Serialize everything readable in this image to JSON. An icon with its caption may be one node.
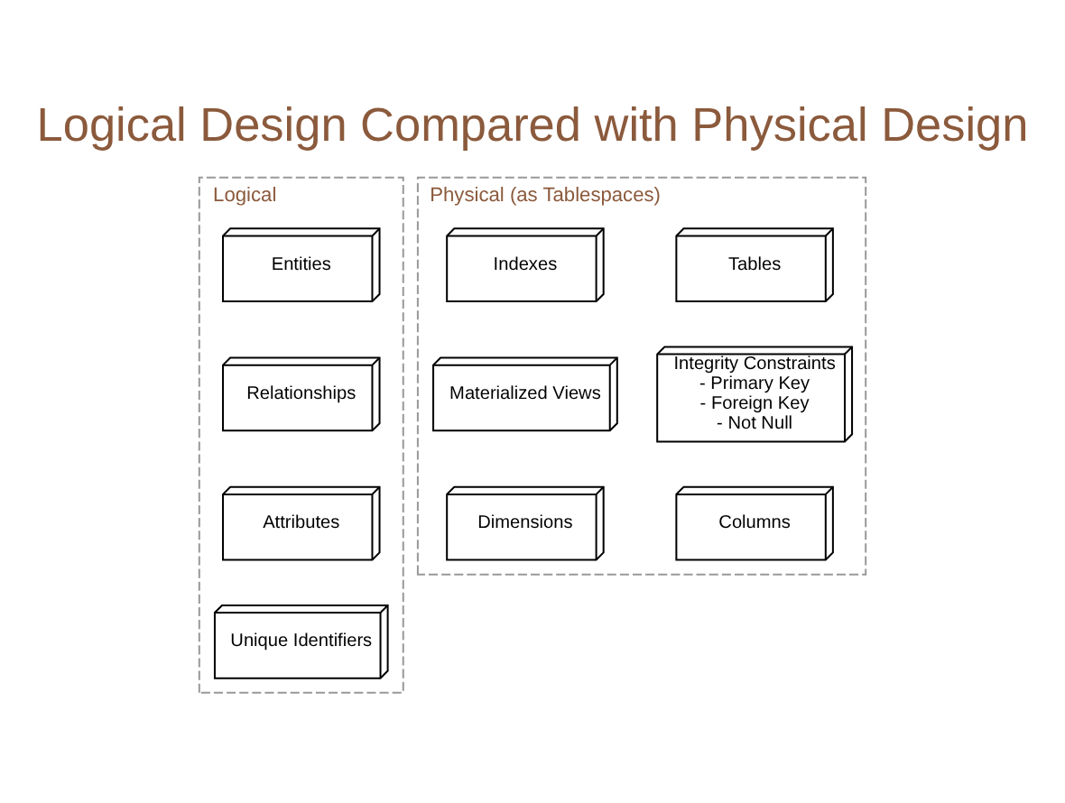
{
  "diagram": {
    "title": "Logical Design Compared with Physical Design",
    "nodes": [
      {
        "text": [
          "Logical"
        ]
      },
      {
        "text": [
          "Entities"
        ],
        "in": 0
      },
      {
        "text": [
          "Relationships"
        ],
        "in": 0
      },
      {
        "text": [
          "Attributes"
        ],
        "in": 0
      },
      {
        "text": [
          "Unique Identifiers"
        ],
        "in": 0
      },
      {
        "text": [
          "Physical (as Tablespaces)"
        ]
      },
      {
        "text": [
          "Tables"
        ],
        "in": 5
      },
      {
        "text": [
          "Integrity Constraints",
          "- Primary Key",
          "- Foreign Key",
          "- Not Null"
        ],
        "in": 5
      },
      {
        "text": [
          "Columns"
        ],
        "in": 5
      },
      {
        "text": [
          "Indexes"
        ],
        "in": 5
      },
      {
        "text": [
          "Materialized Views"
        ],
        "in": 5
      },
      {
        "text": [
          "Dimensions"
        ],
        "in": 5
      }
    ]
  }
}
